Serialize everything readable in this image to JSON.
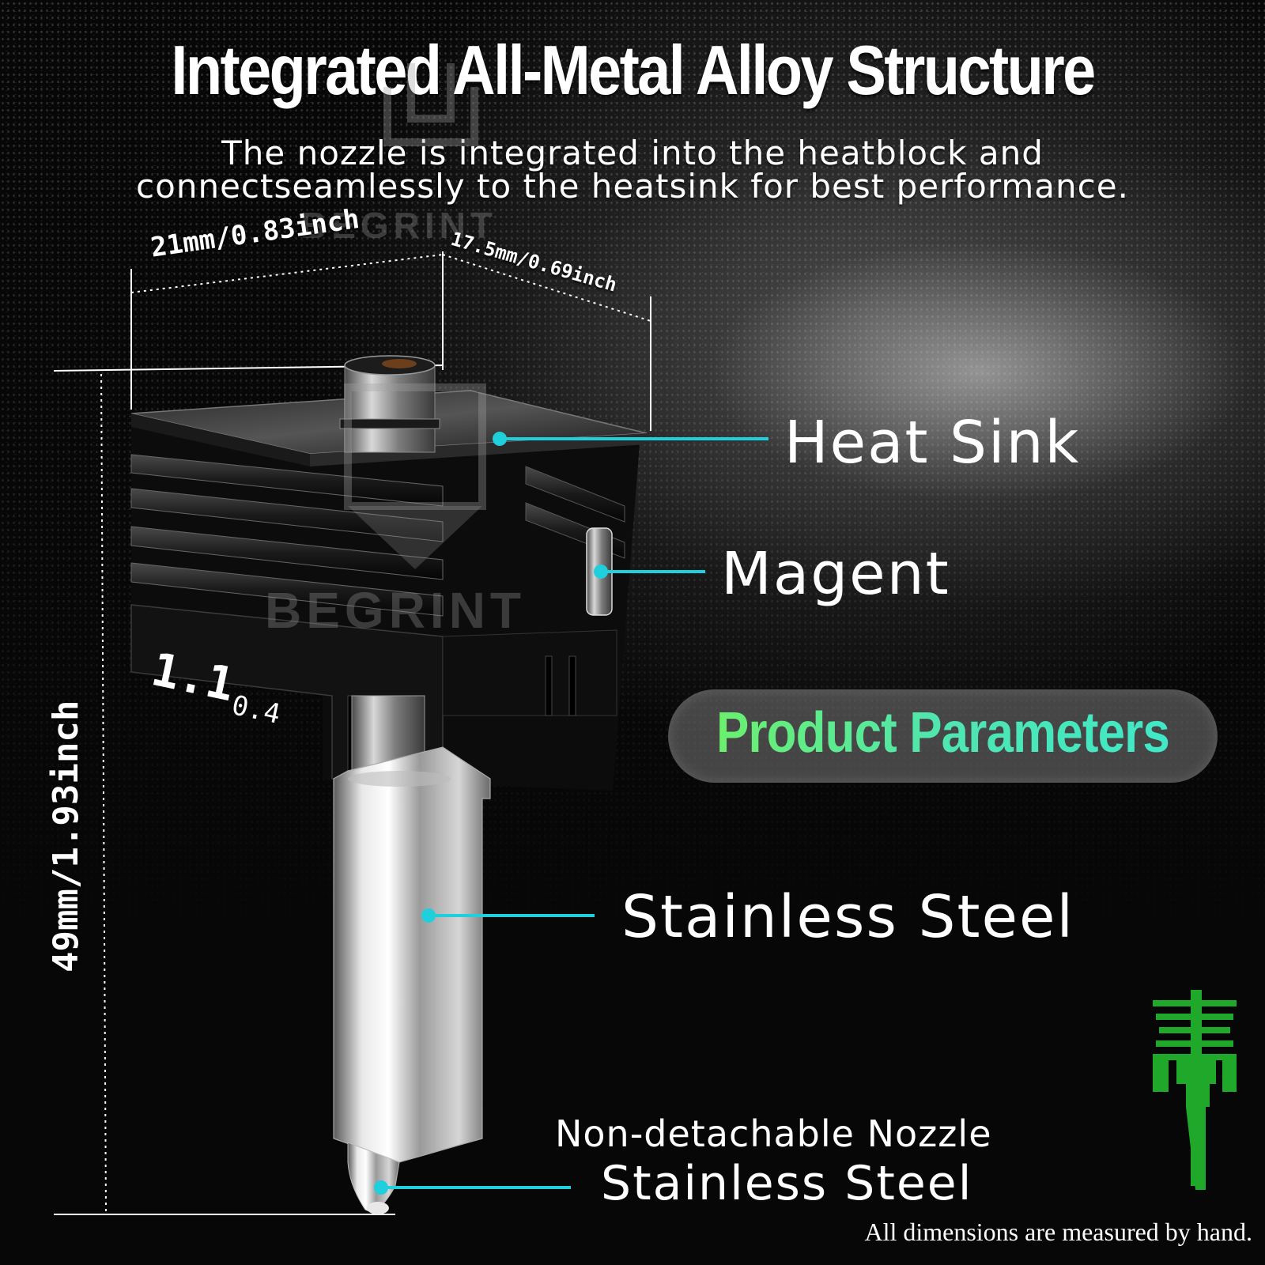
{
  "header": {
    "title": "Integrated All-Metal Alloy Structure",
    "subtitle_line1": "The nozzle is integrated into the heatblock and",
    "subtitle_line2": "connectseamlessly to the heatsink for best performance."
  },
  "dimensions": {
    "width": "21mm/0.83inch",
    "depth": "17.5mm/0.69inch",
    "height": "49mm/1.93inch"
  },
  "callouts": {
    "heat_sink": "Heat Sink",
    "magnet": "Magent",
    "stainless_steel": "Stainless Steel",
    "nozzle_line1": "Non-detachable Nozzle",
    "nozzle_line2": "Stainless Steel"
  },
  "product_marking": {
    "size_mark": "1.1",
    "nozzle_size": "0.4"
  },
  "badge": {
    "label": "Product Parameters"
  },
  "watermark": {
    "brand": "BEGRINT"
  },
  "footnote": "All dimensions are measured by hand.",
  "colors": {
    "callout_line": "#1fd0dc",
    "badge_text_start": "#6cf06a",
    "badge_text_end": "#3fe8c8",
    "icon_green": "#1fa82a",
    "background": "#0b0b0b"
  }
}
